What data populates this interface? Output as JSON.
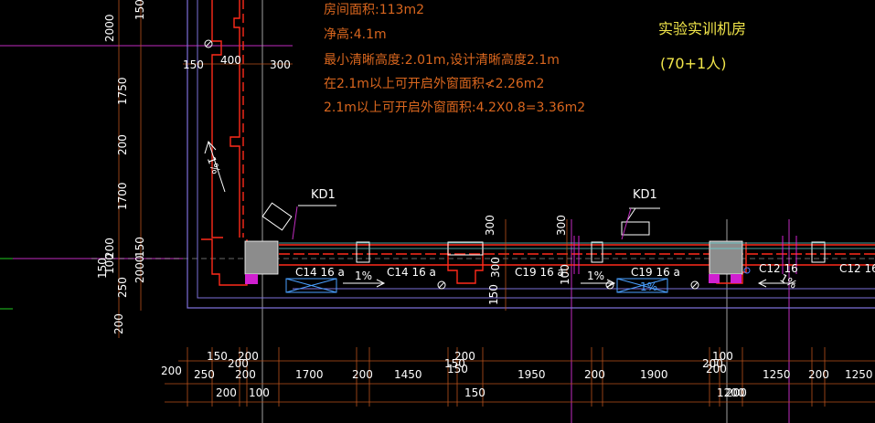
{
  "room_info": {
    "area": "房间面积:113m2",
    "clear_height": "净高:4.1m",
    "min_clear_height": "最小清晰高度:2.01m,设计清晰高度2.1m",
    "window_required": "在2.1m以上可开启外窗面积≮2.26m2",
    "window_actual": "2.1m以上可开启外窗面积:4.2X0.8=3.36m2"
  },
  "room_title": {
    "name": "实验实训机房",
    "capacity": "(70+1人)"
  },
  "tags": {
    "kd1_left": "KD1",
    "kd1_right": "KD1"
  },
  "beam_labels": [
    "C14 16 a",
    "C14 16 a",
    "C19 16 a",
    "C19 16 a",
    "C12 16",
    "C12 16"
  ],
  "slopes": [
    "1%",
    "1%",
    "1%",
    "1%",
    "1%"
  ],
  "dims": {
    "top_row": [
      "150",
      "200",
      "200",
      "150",
      "200",
      "200",
      "100"
    ],
    "mid_row": [
      "200",
      "250",
      "200",
      "1700",
      "200",
      "1450",
      "150",
      "1950",
      "200",
      "1900",
      "200",
      "1250",
      "200",
      "1250"
    ],
    "bottom_row": [
      "200",
      "100",
      "150",
      "1200",
      "200"
    ],
    "near_wall": [
      "150",
      "400",
      "300"
    ],
    "wall_vertical_left": [
      "2000",
      "150",
      "1750",
      "200",
      "1700",
      "200",
      "150",
      "100",
      "2000",
      "150",
      "250",
      "200"
    ],
    "inner_vertical": [
      "300",
      "300",
      "300",
      "100",
      "150"
    ]
  },
  "colors": {
    "background": "#000000",
    "wall_red": "#ff2a1a",
    "text_orange": "#d9661e",
    "title_yellow": "#f2e64a",
    "magenta": "#c02cc0",
    "grid_purple": "#7d6fd8",
    "dim_orange": "#b8521c"
  }
}
